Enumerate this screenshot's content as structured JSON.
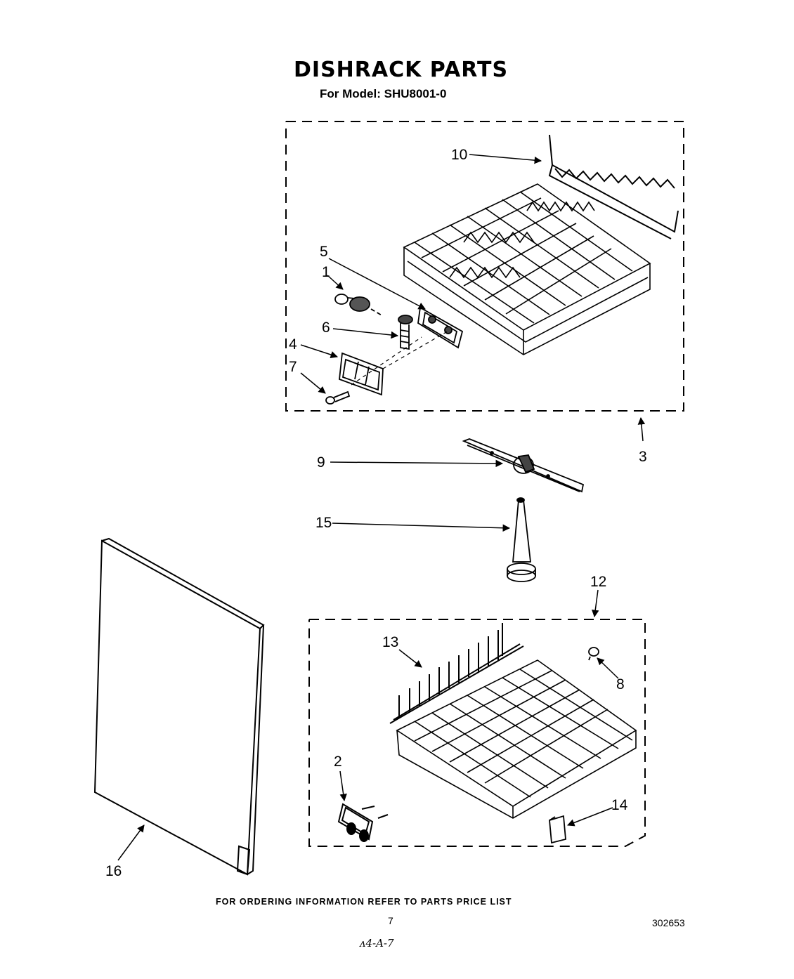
{
  "header": {
    "title": "DISHRACK PARTS",
    "subtitle": "For Model: SHU8001-0"
  },
  "callouts": {
    "c1": "1",
    "c2": "2",
    "c3": "3",
    "c4": "4",
    "c5": "5",
    "c6": "6",
    "c7": "7",
    "c8": "8",
    "c9": "9",
    "c10": "10",
    "c12": "12",
    "c13": "13",
    "c14": "14",
    "c15": "15",
    "c16": "16"
  },
  "footer": {
    "ordering_note": "FOR ORDERING INFORMATION REFER TO PARTS PRICE LIST",
    "page_number": "7",
    "document_number": "302653",
    "handwritten_mark": "ᴧ4-A-7"
  }
}
